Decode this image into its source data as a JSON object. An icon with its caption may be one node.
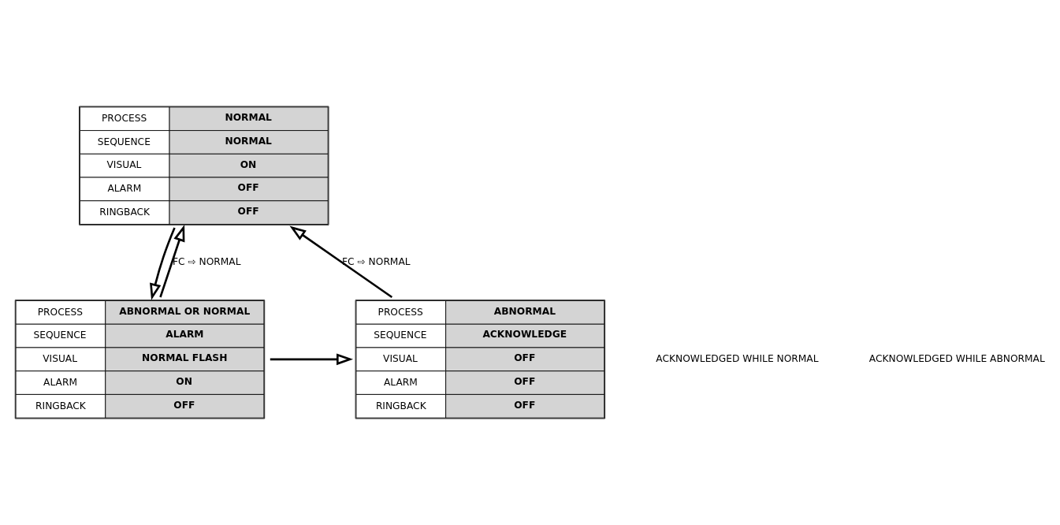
{
  "diagram": {
    "nodes": [
      {
        "text": [
          "PROCESS",
          "NORMAL",
          "SEQUENCE",
          "NORMAL",
          "VISUAL",
          "ON",
          "ALARM",
          "OFF",
          "RINGBACK",
          "OFF"
        ]
      },
      {
        "text": [
          "PROCESS",
          "ABNORMAL",
          "SEQUENCE",
          "ACKNOWLEDGE",
          "VISUAL",
          "OFF",
          "ALARM",
          "OFF",
          "RINGBACK",
          "OFF"
        ]
      },
      {
        "text": [
          "PROCESS",
          "ABNORMAL OR NORMAL",
          "SEQUENCE",
          "ALARM",
          "VISUAL",
          "NORMAL FLASH",
          "ALARM",
          "ON",
          "RINGBACK",
          "OFF"
        ]
      }
    ],
    "edges": [
      {
        "from": 1,
        "to": 0,
        "label": "FC ⇨ NORMAL",
        "arrow": "to"
      },
      {
        "from": 2,
        "to": 0,
        "label": "FC ⇨ NORMAL",
        "arrow": "to"
      },
      {
        "from": 0,
        "to": 2,
        "arrow": "to"
      },
      {
        "from": 2,
        "to": 1,
        "arrow": "to"
      }
    ],
    "labels": [
      "ACKNOWLEDGED WHILE NORMAL",
      "ACKNOWLEDGED WHILE ABNORMAL"
    ]
  }
}
